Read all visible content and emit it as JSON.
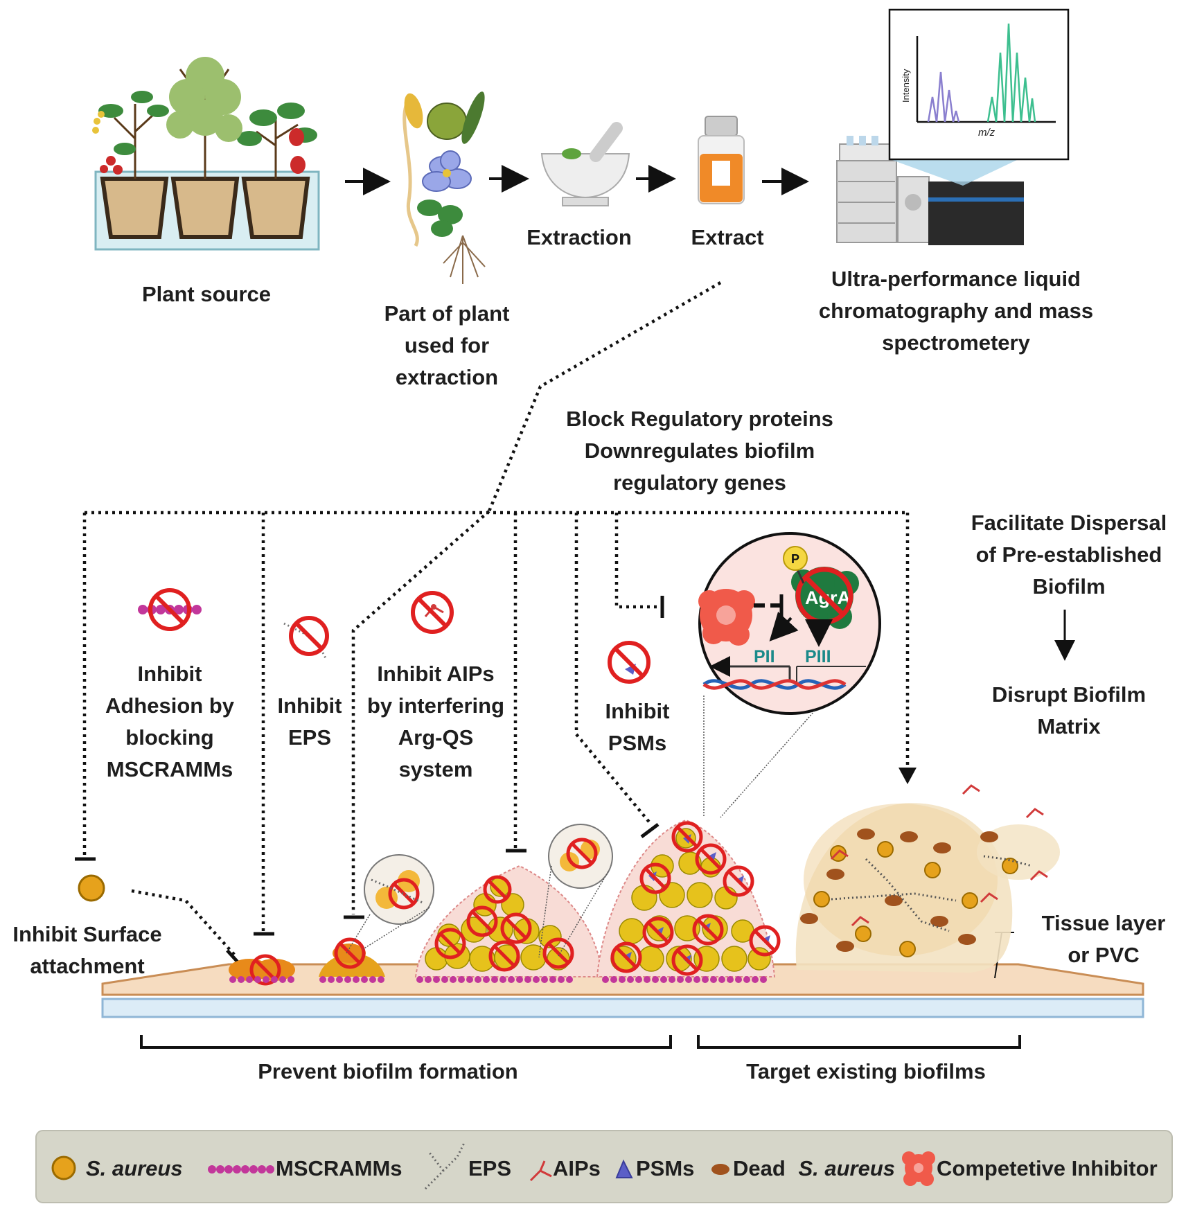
{
  "workflow": {
    "plant_source": "Plant source",
    "plant_part": [
      "Part of plant",
      "used for",
      "extraction"
    ],
    "extraction": "Extraction",
    "extract": "Extract",
    "uplc_ms": [
      "Ultra-performance liquid",
      "chromatography and mass",
      "spectrometery"
    ],
    "spectrum": {
      "ylabel": "Intensity",
      "xlabel": "m/z"
    }
  },
  "mechanisms": {
    "block_regulatory": [
      "Block Regulatory proteins",
      "Downregulates biofilm",
      "regulatory genes"
    ],
    "facilitate_dispersal": [
      "Facilitate Dispersal",
      "of Pre-established",
      "Biofilm"
    ],
    "disrupt_matrix": [
      "Disrupt Biofilm",
      "Matrix"
    ],
    "inhibit_adhesion": [
      "Inhibit",
      "Adhesion by",
      "blocking",
      "MSCRAMMs"
    ],
    "inhibit_eps": [
      "Inhibit",
      "EPS"
    ],
    "inhibit_aips": [
      "Inhibit AIPs",
      "by interfering",
      "Arg-QS",
      "system"
    ],
    "inhibit_psms": [
      "Inhibit",
      "PSMs"
    ],
    "inhibit_surface": [
      "Inhibit Surface",
      "attachment"
    ],
    "tissue_layer": [
      "Tissue layer",
      "or PVC"
    ]
  },
  "agr_inset": {
    "phosphate": "P",
    "protein": "AgrA",
    "promoter_2": "PII",
    "promoter_3": "PIII"
  },
  "phases": {
    "prevent": "Prevent biofilm formation",
    "target": "Target existing biofilms"
  },
  "legend": {
    "s_aureus": "S. aureus",
    "mscramms": "MSCRAMMs",
    "eps": "EPS",
    "aips": "AIPs",
    "psms": "PSMs",
    "dead_prefix": "Dead",
    "dead_species": "S. aureus",
    "competitive": "Competetive Inhibitor"
  },
  "colors": {
    "cell": "#e6a21c",
    "cell_stroke": "#9a6a00",
    "mscramm": "#c2379a",
    "no_symbol": "#e02020",
    "psm": "#5b5ec7",
    "dead_cell": "#a0521d",
    "aip": "#d13a3a",
    "agra": "#1f7a3f",
    "inhibitor": "#f05a4a",
    "legend_bg": "#d6d6c9",
    "tissue": "#f6dcc0",
    "tissue_base": "#dcecf7"
  }
}
